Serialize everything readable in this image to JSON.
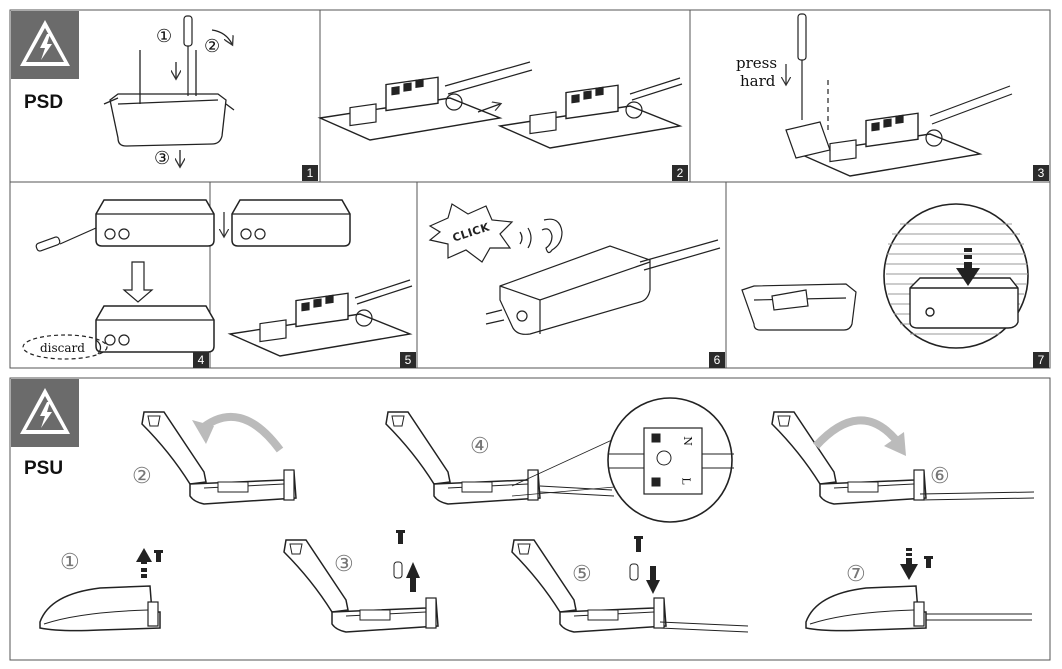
{
  "sections": {
    "psd": {
      "label": "PSD"
    },
    "psu": {
      "label": "PSU"
    }
  },
  "panels": {
    "p1": {
      "badge": "1",
      "marks": [
        "①",
        "②",
        "③"
      ]
    },
    "p2": {
      "badge": "2"
    },
    "p3": {
      "badge": "3",
      "press_text": "press",
      "hard_text": "hard"
    },
    "p4": {
      "badge": "4",
      "discard_text": "discard"
    },
    "p5": {
      "badge": "5"
    },
    "p6": {
      "badge": "6",
      "click_text": "CLICK"
    },
    "p7": {
      "badge": "7"
    }
  },
  "psu_steps": [
    "①",
    "②",
    "③",
    "④",
    "⑤",
    "⑥",
    "⑦"
  ],
  "connector_labels": {
    "n": "N",
    "l": "L"
  },
  "colors": {
    "frame": "#555555",
    "badge_bg": "#2b2b2b",
    "warning_bg": "#6b6b6b",
    "step_number": "#777777"
  },
  "icons": [
    "high-voltage-warning-icon",
    "screwdriver-icon",
    "ear-icon",
    "down-arrow-icon",
    "up-arrow-icon",
    "curved-arrow-icon"
  ]
}
